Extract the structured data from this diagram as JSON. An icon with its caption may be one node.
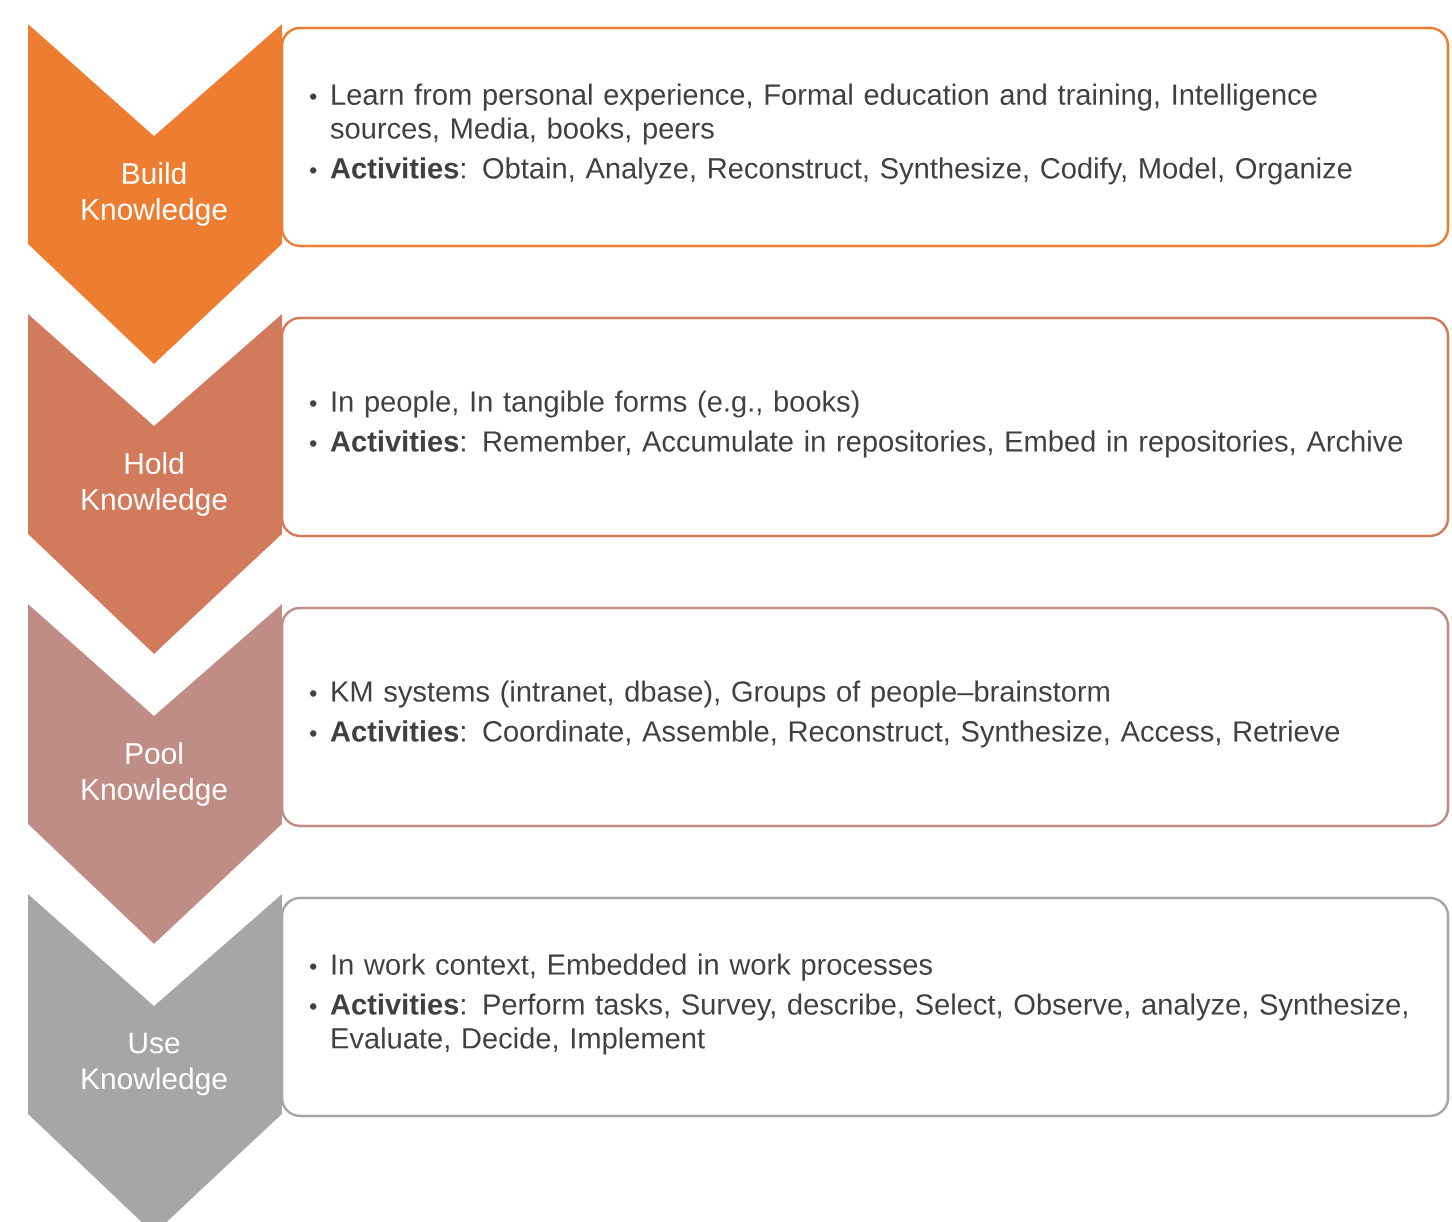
{
  "diagram": {
    "nodes": [
      {
        "text": [
          "Build Knowledge"
        ]
      },
      {
        "text": [
          "Learn from personal experience, Formal education and training, Intelligence sources, Media, books, peers",
          "**Activities**: Obtain, Analyze, Reconstruct, Synthesize, Codify, Model, Organize"
        ]
      },
      {
        "text": [
          "Hold Knowledge"
        ]
      },
      {
        "text": [
          "In people, In tangible forms (e.g., books)",
          "**Activities**: Remember, Accumulate in repositories, Embed in repositories, Archive"
        ]
      },
      {
        "text": [
          "Pool Knowledge"
        ]
      },
      {
        "text": [
          "KM systems (intranet, dbase), Groups of people–brainstorm",
          "**Activities**:  Coordinate, Assemble, Reconstruct, Synthesize, Access, Retrieve"
        ]
      },
      {
        "text": [
          "Use Knowledge"
        ]
      },
      {
        "text": [
          "In work context, Embedded in work processes",
          "**Activities**: Perform tasks, Survey, describe, Select, Observe, analyze, Synthesize, Evaluate, Decide, Implement"
        ]
      }
    ]
  }
}
